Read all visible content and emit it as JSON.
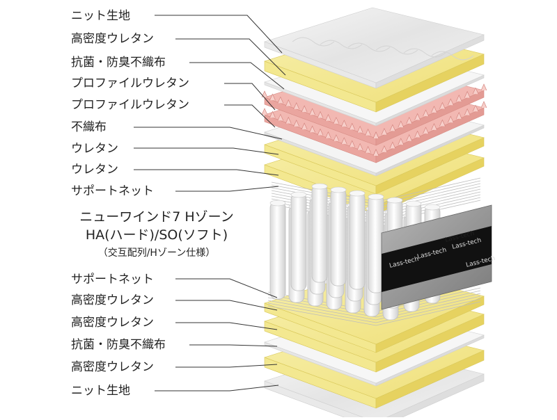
{
  "labels": [
    "ニット生地",
    "高密度ウレタン",
    "抗菌・防臭不織布",
    "プロファイルウレタン",
    "プロファイルウレタン",
    "不織布",
    "ウレタン",
    "ウレタン",
    "サポートネット",
    "サポートネット",
    "高密度ウレタン",
    "高密度ウレタン",
    "抗菌・防臭不織布",
    "高密度ウレタン",
    "ニット生地"
  ],
  "coil_label": {
    "line1": "ニューワインド7 Hゾーン",
    "line2": "HA(ハード)/SO(ソフト)",
    "line3": "（交互配列/Hゾーン仕様）"
  },
  "brand": "Lass-tech",
  "colors": {
    "foam_yellow": "#f3e890",
    "foam_side": "#e6d260",
    "knit": "#ececec",
    "profile_pink": "#f2b8b2",
    "border_black": "#111111",
    "border_grey": "#9a9a9a",
    "leader": "#333333"
  }
}
